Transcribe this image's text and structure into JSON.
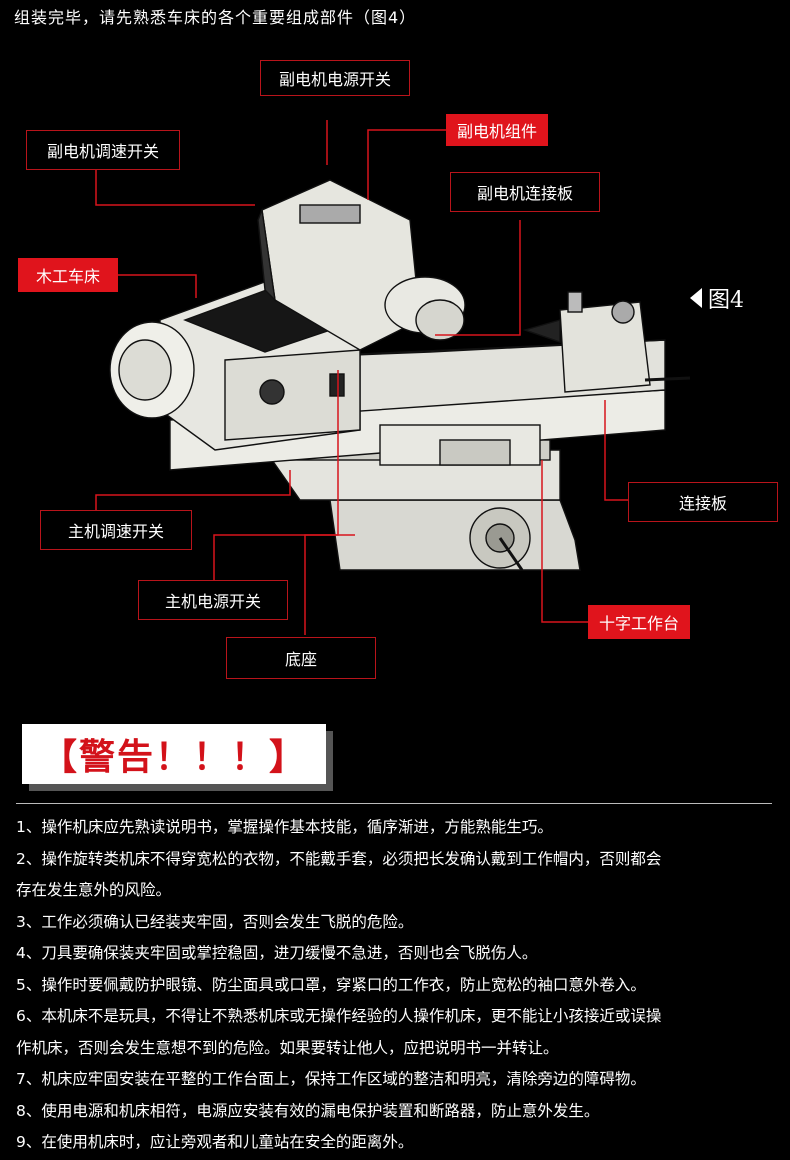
{
  "intro": "组装完毕，请先熟悉车床的各个重要组成部件（图4）",
  "figure_label": "图4",
  "labels": {
    "aux_motor_power_switch": "副电机电源开关",
    "aux_motor_assembly": "副电机组件",
    "aux_motor_speed_switch": "副电机调速开关",
    "aux_motor_connecting_plate": "副电机连接板",
    "wood_lathe": "木工车床",
    "connecting_plate": "连接板",
    "main_speed_switch": "主机调速开关",
    "main_power_switch": "主机电源开关",
    "cross_table": "十字工作台",
    "base": "底座"
  },
  "warning_title": "【警告！！！】",
  "warnings": [
    "1、操作机床应先熟读说明书，掌握操作基本技能，循序渐进，方能熟能生巧。",
    "2、操作旋转类机床不得穿宽松的衣物，不能戴手套，必须把长发确认戴到工作帽内，否则都会",
    "存在发生意外的风险。",
    "3、工作必须确认已经装夹牢固，否则会发生飞脱的危险。",
    "4、刀具要确保装夹牢固或掌控稳固，进刀缓慢不急进，否则也会飞脱伤人。",
    "5、操作时要佩戴防护眼镜、防尘面具或口罩，穿紧口的工作衣，防止宽松的袖口意外卷入。",
    "6、本机床不是玩具，不得让不熟悉机床或无操作经验的人操作机床，更不能让小孩接近或误操",
    "作机床，否则会发生意想不到的危险。如果要转让他人，应把说明书一并转让。",
    "7、机床应牢固安装在平整的工作台面上，保持工作区域的整洁和明亮，清除旁边的障碍物。",
    "8、使用电源和机床相符，电源应安装有效的漏电保护装置和断路器，防止意外发生。",
    "9、在使用机床时，应让旁观者和儿童站在安全的距离外。"
  ]
}
